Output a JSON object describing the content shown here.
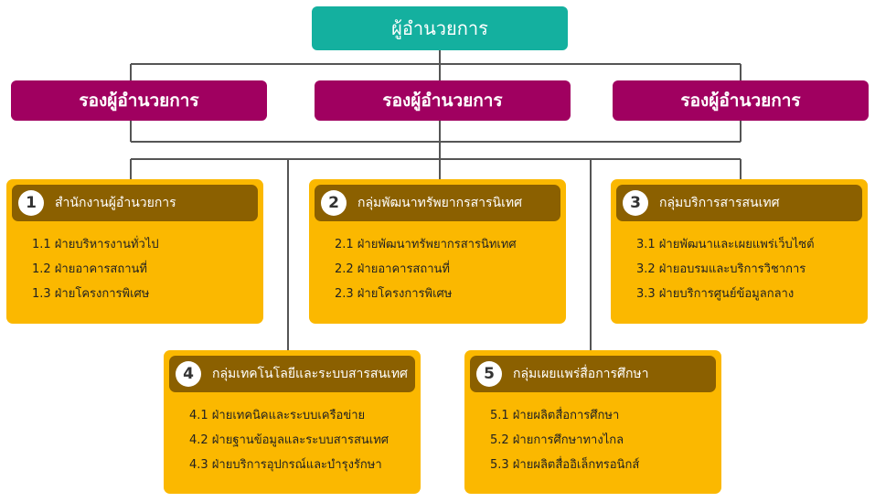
{
  "director": "ผู้อำนวยการ",
  "deputies": [
    "รองผู้อำนวยการ",
    "รองผู้อำนวยการ",
    "รองผู้อำนวยการ"
  ],
  "groups": [
    {
      "num": "1",
      "title": "สำนักงานผู้อำนวยการ",
      "items": [
        "1.1 ฝ่ายบริหารงานทั่วไป",
        "1.2 ฝ่ายอาคารสถานที่",
        "1.3 ฝ่ายโครงการพิเศษ"
      ]
    },
    {
      "num": "2",
      "title": "กลุ่มพัฒนาทรัพยากรสารนิเทศ",
      "items": [
        "2.1 ฝ่ายพัฒนาทรัพยากรสารนิทเทศ",
        "2.2 ฝ่ายอาคารสถานที่",
        "2.3 ฝ่ายโครงการพิเศษ"
      ]
    },
    {
      "num": "3",
      "title": "กลุ่มบริการสารสนเทศ",
      "items": [
        "3.1 ฝ่ายพัฒนาและเผยแพร่เว็บไซต์",
        "3.2 ฝ่ายอบรมและบริการวิชาการ",
        "3.3 ฝ่ายบริการศูนย์ข้อมูลกลาง"
      ]
    },
    {
      "num": "4",
      "title": "กลุ่มเทคโนโลยีและระบบสารสนเทศ",
      "items": [
        "4.1 ฝ่ายเทคนิคและระบบเครือข่าย",
        "4.2 ฝ่ายฐานข้อมูลและระบบสารสนเทศ",
        "4.3 ฝ่ายบริการอุปกรณ์และบำรุงรักษา"
      ]
    },
    {
      "num": "5",
      "title": "กลุ่มเผยแพร่สื่อการศึกษา",
      "items": [
        "5.1 ฝ่ายผลิตสื่อการศึกษา",
        "5.2 ฝ่ายการศึกษาทางไกล",
        "5.3 ฝ่ายผลิตสื่ออิเล็กทรอนิกส์"
      ]
    }
  ],
  "colors": {
    "director": "#14b09f",
    "deputy": "#a00060",
    "group_bg": "#fbb800",
    "group_header": "#8b6000",
    "connector": "#555555"
  }
}
